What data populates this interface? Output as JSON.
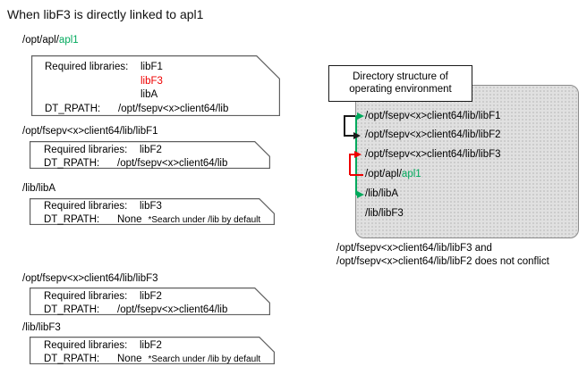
{
  "title": "When libF3 is directly linked to apl1",
  "colors": {
    "green": "#00a95c",
    "red": "#ee0000",
    "black_arrow": "#1a1a1a",
    "panel_fill": "#e0e0e0"
  },
  "blocks": [
    {
      "path_prefix": "/opt/apl/",
      "path_highlight": "apl1",
      "required_label": "Required libraries:",
      "libs": [
        "libF1",
        "libF3",
        "libA"
      ],
      "rpath_label": "DT_RPATH:",
      "rpath_value": "/opt/fsepv<x>client64/lib",
      "rpath_note": ""
    },
    {
      "path_prefix": "/opt/fsepv<x>client64/lib/libF1",
      "path_highlight": "",
      "required_label": "Required libraries:",
      "libs": [
        "libF2"
      ],
      "rpath_label": "DT_RPATH:",
      "rpath_value": "/opt/fsepv<x>client64/lib",
      "rpath_note": ""
    },
    {
      "path_prefix": "/lib/libA",
      "path_highlight": "",
      "required_label": "Required libraries:",
      "libs": [
        "libF3"
      ],
      "rpath_label": "DT_RPATH:",
      "rpath_value": "None",
      "rpath_note": "*Search under /lib by default"
    },
    {
      "path_prefix": "/opt/fsepv<x>client64/lib/libF3",
      "path_highlight": "",
      "required_label": "Required libraries:",
      "libs": [
        "libF2"
      ],
      "rpath_label": "DT_RPATH:",
      "rpath_value": "/opt/fsepv<x>client64/lib",
      "rpath_note": ""
    },
    {
      "path_prefix": "/lib/libF3",
      "path_highlight": "",
      "required_label": "Required libraries:",
      "libs": [
        "libF2"
      ],
      "rpath_label": "DT_RPATH:",
      "rpath_value": "None",
      "rpath_note": "*Search under /lib by default"
    }
  ],
  "directory_panel": {
    "label_line1": "Directory structure of",
    "label_line2": "operating environment",
    "entries": [
      {
        "prefix": "/opt/fsepv<x>client64/lib/libF1",
        "highlight": ""
      },
      {
        "prefix": "/opt/fsepv<x>client64/lib/libF2",
        "highlight": ""
      },
      {
        "prefix": "/opt/fsepv<x>client64/lib/libF3",
        "highlight": ""
      },
      {
        "prefix": "/opt/apl/",
        "highlight": "apl1"
      },
      {
        "prefix": "/lib/libA",
        "highlight": ""
      },
      {
        "prefix": "/lib/libF3",
        "highlight": ""
      }
    ],
    "caption_line1": "/opt/fsepv<x>client64/lib/libF3 and",
    "caption_line2": "/opt/fsepv<x>client64/lib/libF2 does not conflict"
  },
  "links": [
    {
      "from": "apl1",
      "to": "/opt/fsepv<x>client64/lib/libF1",
      "color": "green"
    },
    {
      "from": "libF1",
      "to": "/opt/fsepv<x>client64/lib/libF2",
      "color": "black"
    },
    {
      "from": "apl1",
      "to": "/opt/fsepv<x>client64/lib/libF3",
      "color": "red"
    },
    {
      "from": "apl1",
      "to": "/lib/libA",
      "color": "green"
    }
  ]
}
